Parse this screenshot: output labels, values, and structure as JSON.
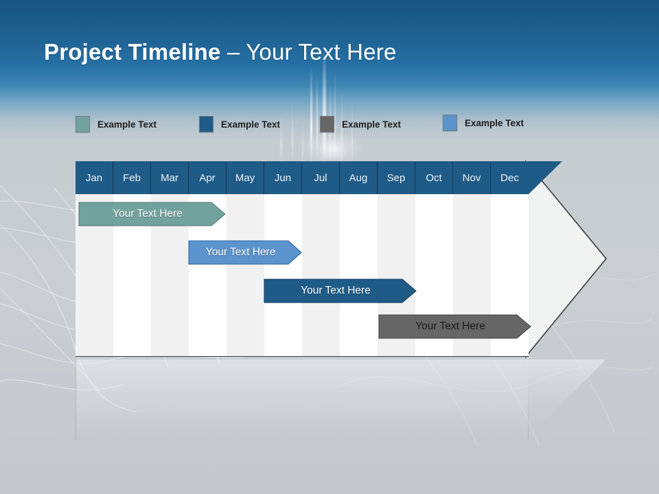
{
  "slide": {
    "title_bold": "Project Timeline",
    "title_regular": " – Your Text Here"
  },
  "legend": {
    "items": [
      {
        "label": "Example Text",
        "color": "#72a29d",
        "icon": "legend-swatch-icon"
      },
      {
        "label": "Example Text",
        "color": "#1f5b87",
        "icon": "legend-swatch-icon"
      },
      {
        "label": "Example Text",
        "color": "#666666",
        "icon": "legend-swatch-icon"
      },
      {
        "label": "Example Text",
        "color": "#5b93cc",
        "icon": "legend-swatch-icon"
      }
    ]
  },
  "chart_data": {
    "type": "bar",
    "title": "Project Timeline – Your Text Here",
    "xlabel": "",
    "ylabel": "",
    "categories": [
      "Jan",
      "Feb",
      "Mar",
      "Apr",
      "May",
      "Jun",
      "Jul",
      "Aug",
      "Sep",
      "Oct",
      "Nov",
      "Dec"
    ],
    "series": [
      {
        "name": "Example Text",
        "label": "Your  Text Here",
        "color": "#72a29d",
        "text_color": "#ffffff",
        "start_month": 0.0,
        "end_month": 3.6
      },
      {
        "name": "Example Text",
        "label": "Your  Text Here",
        "color": "#5b93cc",
        "text_color": "#ffffff",
        "start_month": 3.0,
        "end_month": 5.9
      },
      {
        "name": "Example Text",
        "label": "Your  Text Here",
        "color": "#1f5b87",
        "text_color": "#ffffff",
        "start_month": 5.0,
        "end_month": 8.9
      },
      {
        "name": "Example Text",
        "label": "Your  Text Here",
        "color": "#666666",
        "text_color": "#1a1a1a",
        "start_month": 8.0,
        "end_month": 11.9
      }
    ],
    "grid": true,
    "legend_position": "top",
    "header_color": "#1f5b87",
    "stripe_colors": [
      "#f1f1f1",
      "#ffffff"
    ]
  },
  "theme": {
    "background_top": "#185480",
    "background_bottom": "#c2c8cd",
    "accent": "#1f5b87"
  }
}
